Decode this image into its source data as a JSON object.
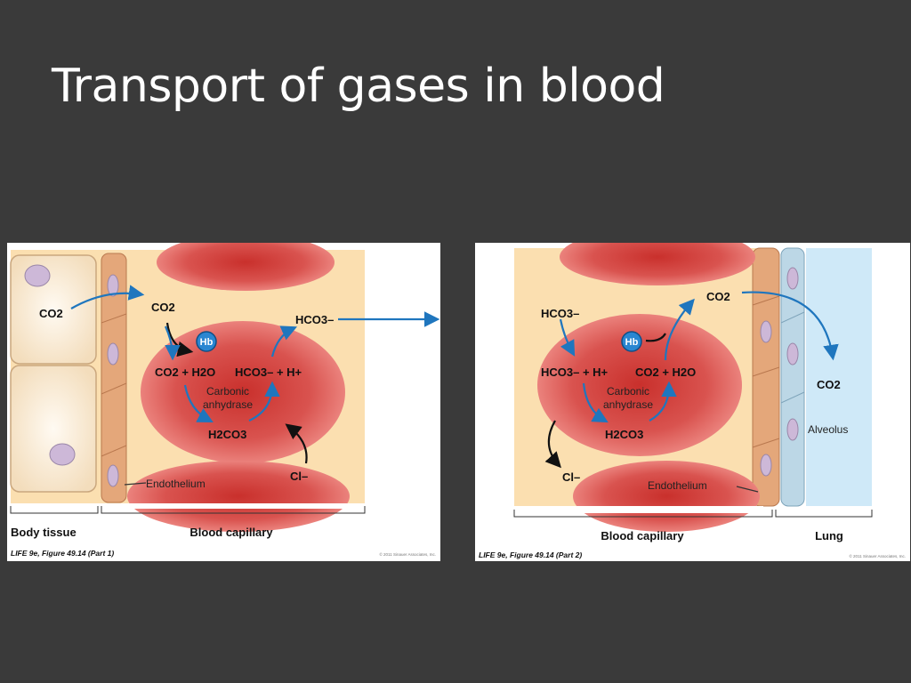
{
  "slide": {
    "title": "Transport of gases in blood"
  },
  "colors": {
    "background": "#3a3a3a",
    "plasma": "#fbdfb0",
    "red_cell": "#d9534f",
    "arrow_blue": "#1f76be",
    "endothelium": "#e4a77a",
    "alveolus": "#cfe9f8"
  },
  "part1": {
    "co2_tissue": "CO2",
    "co2_cell": "CO2",
    "hb": "Hb",
    "equation_left": "CO2 + H2O",
    "equation_right": "HCO3– + H+",
    "enzyme_line1": "Carbonic",
    "enzyme_line2": "anhydrase",
    "intermediate": "H2CO3",
    "bicarbonate_out": "HCO3–",
    "chloride": "Cl–",
    "endothelium": "Endothelium",
    "bracket_left": "Body tissue",
    "bracket_right": "Blood capillary",
    "caption": "LIFE 9e, Figure 49.14 (Part 1)",
    "copyright": "© 2011 Sinauer Associates, Inc."
  },
  "part2": {
    "bicarbonate_in": "HCO3–",
    "hb": "Hb",
    "co2_out": "CO2",
    "co2_alveolus": "CO2",
    "equation_left": "HCO3– + H+",
    "equation_right": "CO2 + H2O",
    "enzyme_line1": "Carbonic",
    "enzyme_line2": "anhydrase",
    "intermediate": "H2CO3",
    "chloride": "Cl–",
    "endothelium": "Endothelium",
    "alveolus": "Alveolus",
    "bracket_left": "Blood capillary",
    "bracket_right": "Lung",
    "caption": "LIFE 9e, Figure 49.14 (Part 2)",
    "copyright": "© 2011 Sinauer Associates, Inc."
  }
}
